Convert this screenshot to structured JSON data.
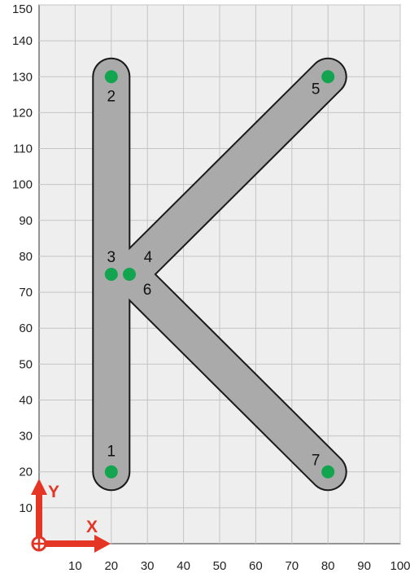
{
  "chart_data": {
    "type": "scatter",
    "xlim": [
      0,
      100
    ],
    "ylim": [
      0,
      150
    ],
    "x_ticks": [
      "10",
      "20",
      "30",
      "40",
      "50",
      "60",
      "70",
      "80",
      "90",
      "100"
    ],
    "y_ticks": [
      "10",
      "20",
      "30",
      "40",
      "50",
      "60",
      "70",
      "80",
      "90",
      "100",
      "110",
      "120",
      "130",
      "140",
      "150"
    ],
    "grid": true,
    "points": [
      {
        "label": "1",
        "x": 20,
        "y": 20
      },
      {
        "label": "2",
        "x": 20,
        "y": 130
      },
      {
        "label": "3",
        "x": 20,
        "y": 75
      },
      {
        "label": "4",
        "x": 25,
        "y": 75
      },
      {
        "label": "5",
        "x": 80,
        "y": 130
      },
      {
        "label": "6",
        "x": 25,
        "y": 75
      },
      {
        "label": "7",
        "x": 80,
        "y": 20
      }
    ],
    "strokes": [
      {
        "from": "1",
        "to": "2"
      },
      {
        "from": "4",
        "to": "5"
      },
      {
        "from": "6",
        "to": "7"
      }
    ],
    "axis_labels": {
      "x": "X",
      "y": "Y"
    }
  },
  "colors": {
    "background": "#eeeeee",
    "grid": "#c4c4c4",
    "shape_fill": "#aaaaaa",
    "shape_stroke": "#1a1a1a",
    "point": "#12a44e",
    "axis_arrow": "#e53525"
  }
}
